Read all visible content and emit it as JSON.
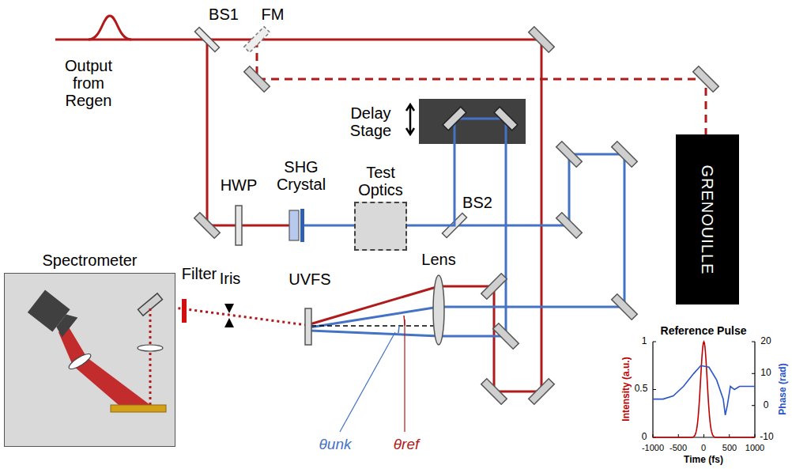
{
  "diagram": {
    "nodes": [
      {
        "text": [
          "Delay Stage"
        ]
      },
      {
        "text": [
          "GRENOUILLE"
        ]
      },
      {
        "text": [
          "Test Optics"
        ]
      },
      {
        "text": [
          "Spectrometer"
        ]
      }
    ],
    "edges": [
      {
        "from": 2,
        "to": 0,
        "arrow": "none"
      }
    ],
    "labels": [
      "Output from Regen",
      "BS1",
      "FM",
      "HWP",
      "SHG Crystal",
      "BS2",
      "Filter",
      "Iris",
      "UVFS",
      "Lens",
      "θunk",
      "θref",
      "Reference Pulse",
      "1",
      "0.5",
      "0",
      "20",
      "10",
      "0",
      "-10",
      "-1000",
      "-500",
      "0",
      "500",
      "1000",
      "Time (fs)",
      "Intensity (a.u.)",
      "Phase (rad)"
    ]
  }
}
